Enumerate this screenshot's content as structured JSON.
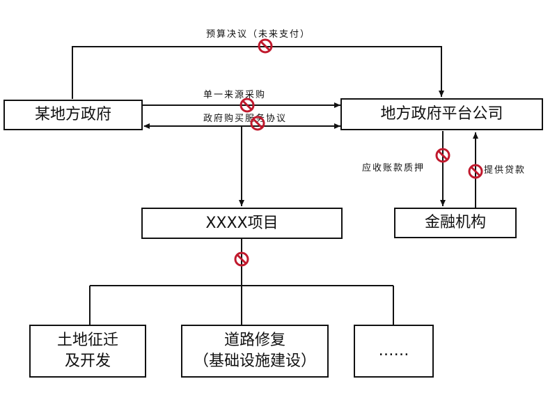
{
  "nodes": {
    "local_gov": "某地方政府",
    "platform": "地方政府平台公司",
    "project": "XXXX项目",
    "finance": "金融机构",
    "land_line1": "土地征迁",
    "land_line2": "及开发",
    "road_line1": "道路修复",
    "road_line2": "（基础设施建设）",
    "etc": "……"
  },
  "labels": {
    "budget": "预算决议（未来支付）",
    "single_source": "单一来源采购",
    "service_agreement": "政府购买服务协议",
    "receivable_pledge": "应收账款质押",
    "loan": "提供贷款"
  },
  "colors": {
    "line": "#111111",
    "prohibit": "#c0192d"
  },
  "icons": {
    "prohibit": "prohibit-icon"
  }
}
